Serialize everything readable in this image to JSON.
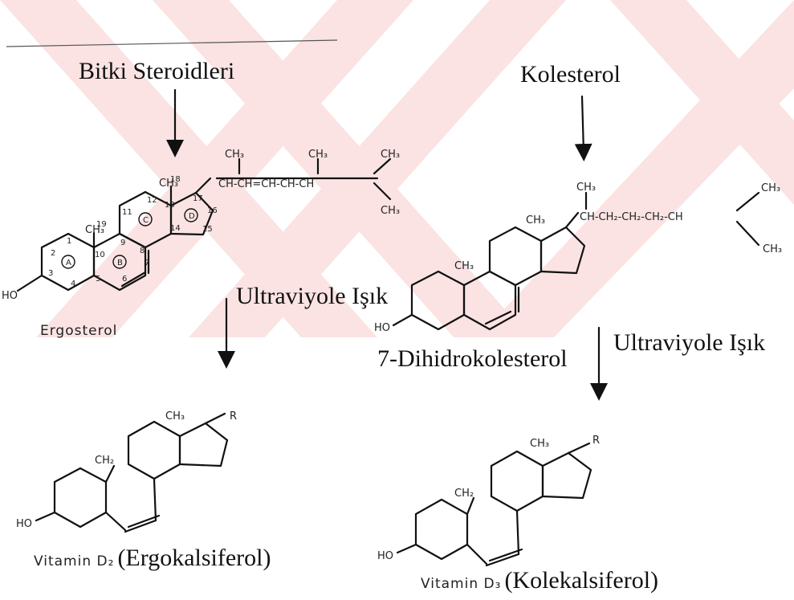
{
  "top": {
    "left_source": "Bitki Steroidleri",
    "right_source": "Kolesterol"
  },
  "left": {
    "compound_label": "Ergosterol",
    "uv_label": "Ultraviyole Işık",
    "product_label": "Vitamin D₂",
    "product_name": "(Ergokalsiferol)",
    "groups": {
      "ch3_18": "CH₃",
      "ch3_19": "CH₃",
      "ch3_a": "CH₃",
      "ch3_b": "CH₃",
      "ch3_c": "CH₃",
      "ch3_d": "CH₃",
      "chain": "CH-CH=CH-CH-CH",
      "ho": "HO",
      "ch2": "CH₂",
      "ch3_p": "CH₃",
      "r": "R"
    },
    "ring_letters": [
      "A",
      "B",
      "C",
      "D"
    ],
    "atom_numbers": [
      "1",
      "2",
      "3",
      "4",
      "5",
      "6",
      "7",
      "8",
      "9",
      "10",
      "11",
      "12",
      "13",
      "14",
      "15",
      "16",
      "17",
      "18",
      "19"
    ]
  },
  "right": {
    "compound_label": "7-Dihidrokolesterol",
    "uv_label": "Ultraviyole Işık",
    "product_label": "Vitamin D₃",
    "product_name": "(Kolekalsiferol)",
    "groups": {
      "ch3_18": "CH₃",
      "ch3_19": "CH₃",
      "ch3_side": "CH₃",
      "chain": "CH-CH₂-CH₂-CH₂-CH",
      "ch3_e1": "CH₃",
      "ch3_e2": "CH₃",
      "ho": "HO",
      "ch2": "CH₂",
      "ch3_p": "CH₃",
      "r": "R"
    }
  }
}
